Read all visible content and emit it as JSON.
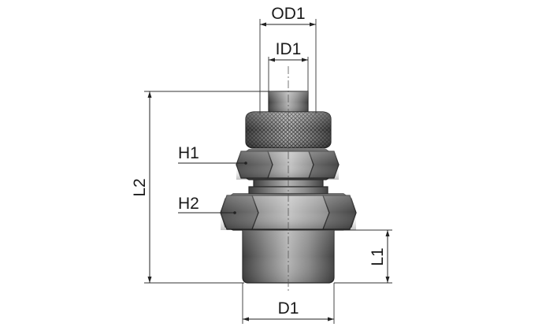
{
  "labels": {
    "od1": "OD1",
    "id1": "ID1",
    "h1": "H1",
    "h2": "H2",
    "l2": "L2",
    "l1": "L1",
    "d1": "D1"
  },
  "colors": {
    "metal_dark": "#4a4a4a",
    "metal_mid": "#8a8a8a",
    "metal_light": "#c8c8c8",
    "line": "#222222"
  }
}
